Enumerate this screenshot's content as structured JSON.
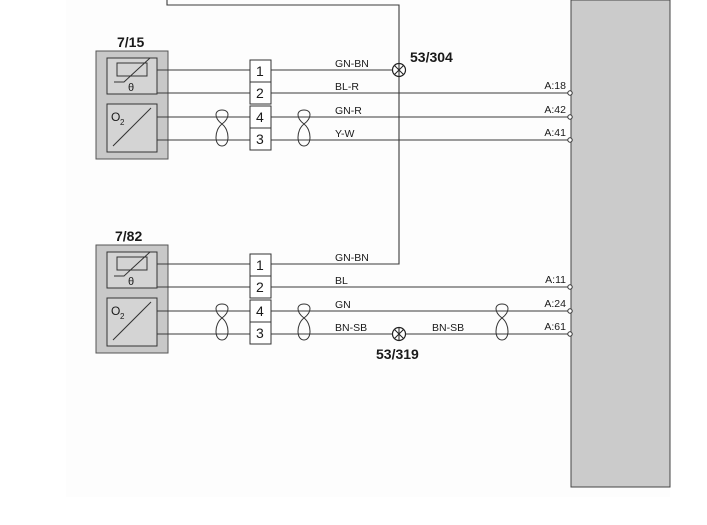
{
  "colors": {
    "paper": "#fdfdfd",
    "sensor_fill": "#c8c8c8",
    "ecu_fill": "#cbcbcb",
    "wire": "#3a3a3a"
  },
  "sensors": [
    {
      "id": "7/15",
      "theta": "θ",
      "o2_main": "O",
      "o2_sub": "2",
      "connector_pins": [
        "1",
        "2",
        "4",
        "3"
      ],
      "wires": [
        {
          "color": "GN-BN",
          "terminal": ""
        },
        {
          "color": "BL-R",
          "terminal": "A:18"
        },
        {
          "color": "GN-R",
          "terminal": "A:42"
        },
        {
          "color": "Y-W",
          "terminal": "A:41"
        }
      ]
    },
    {
      "id": "7/82",
      "theta": "θ",
      "o2_main": "O",
      "o2_sub": "2",
      "connector_pins": [
        "1",
        "2",
        "4",
        "3"
      ],
      "wires": [
        {
          "color": "GN-BN",
          "terminal": ""
        },
        {
          "color": "BL",
          "terminal": "A:11"
        },
        {
          "color": "GN",
          "terminal": "A:24"
        },
        {
          "color": "BN-SB",
          "color_after_splice": "BN-SB",
          "terminal": "A:61"
        }
      ]
    }
  ],
  "splices": [
    {
      "id": "53/304"
    },
    {
      "id": "53/319"
    }
  ],
  "icons": [
    "ntc-thermistor-icon",
    "o2-sensor-icon",
    "twisted-pair-icon",
    "splice-icon"
  ]
}
